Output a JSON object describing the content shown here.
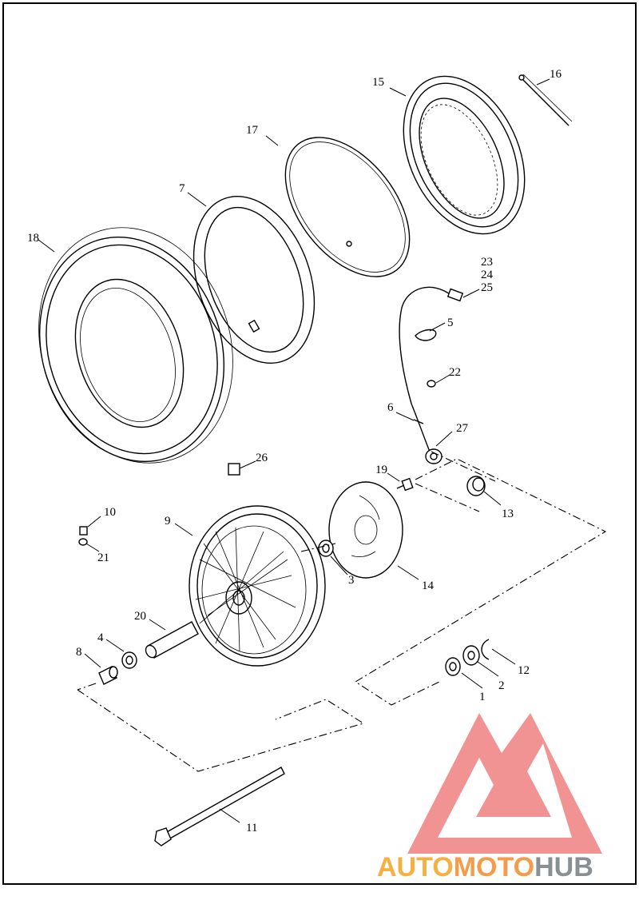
{
  "diagram": {
    "callouts": {
      "c1": "1",
      "c2": "2",
      "c3": "3",
      "c4": "4",
      "c5": "5",
      "c6": "6",
      "c7": "7",
      "c8": "8",
      "c9": "9",
      "c10": "10",
      "c11": "11",
      "c12": "12",
      "c13": "13",
      "c14": "14",
      "c15": "15",
      "c16": "16",
      "c17": "17",
      "c18": "18",
      "c19": "19",
      "c20": "20",
      "c21": "21",
      "c22": "22",
      "c23": "23",
      "c24": "24",
      "c25": "25",
      "c26": "26",
      "c27": "27"
    }
  },
  "watermark": {
    "auto": "AUTO",
    "moto": "MOTO",
    "hub": "HUB",
    "colors": {
      "logo": "#f08080",
      "auto": "#f5b041",
      "moto": "#f39c4a",
      "hub": "#8a8f94"
    }
  }
}
